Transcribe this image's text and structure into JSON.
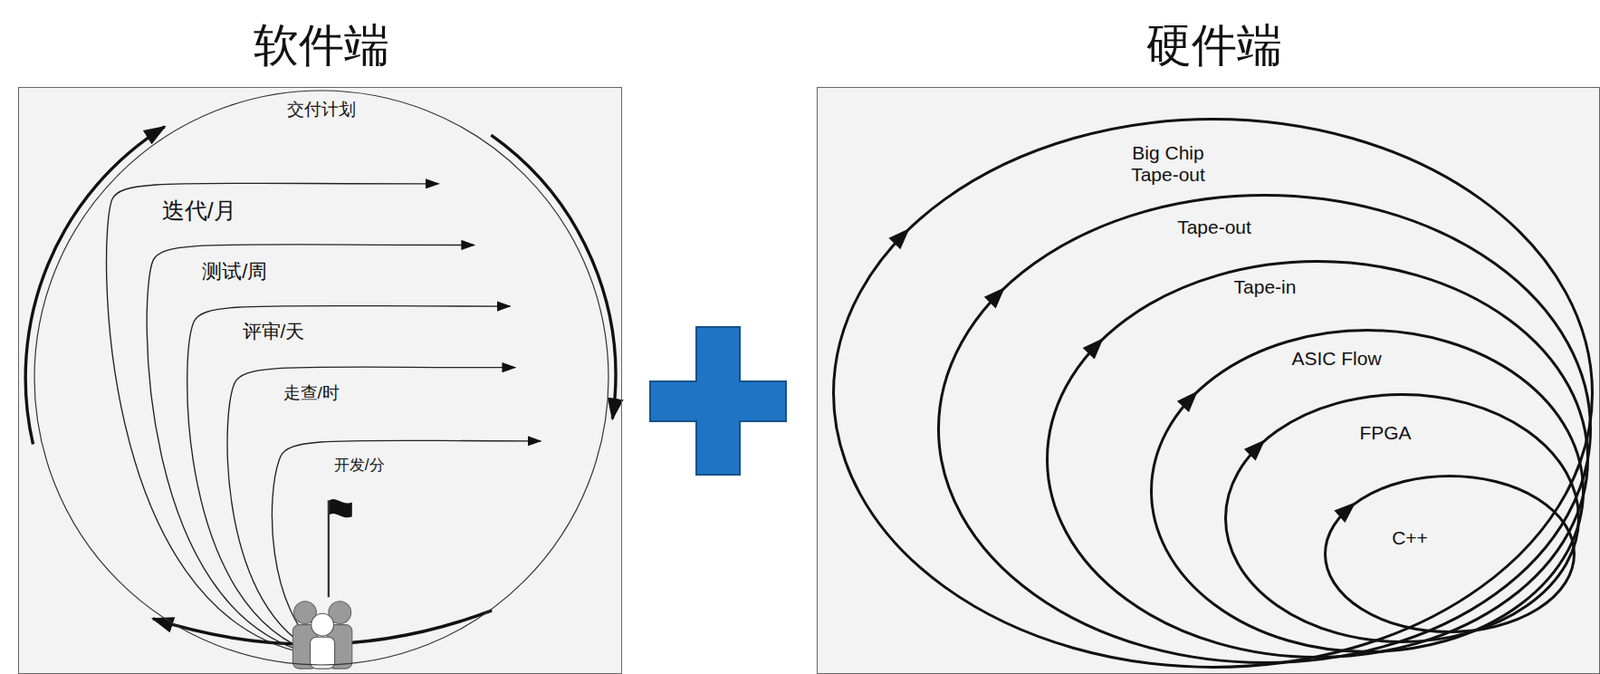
{
  "diagram": {
    "nodes": [
      {
        "text": [
          "软件端"
        ]
      },
      {
        "text": [
          "交付计划"
        ],
        "in": 0
      },
      {
        "text": [
          "硬件端"
        ]
      },
      {
        "text": [
          "Big Chip Tape-out"
        ],
        "in": 2
      },
      {
        "text": [
          "Tape-out"
        ],
        "in": 3
      },
      {
        "text": [
          "Tape-in"
        ],
        "in": 4
      },
      {
        "text": [
          "ASIC Flow"
        ],
        "in": 5
      },
      {
        "text": [
          "FPGA"
        ],
        "in": 6
      },
      {
        "text": [
          "C++"
        ],
        "in": 7
      }
    ],
    "labels": [
      "迭代/月",
      "测试/周",
      "评审/天",
      "走查/时",
      "开发/分"
    ]
  }
}
